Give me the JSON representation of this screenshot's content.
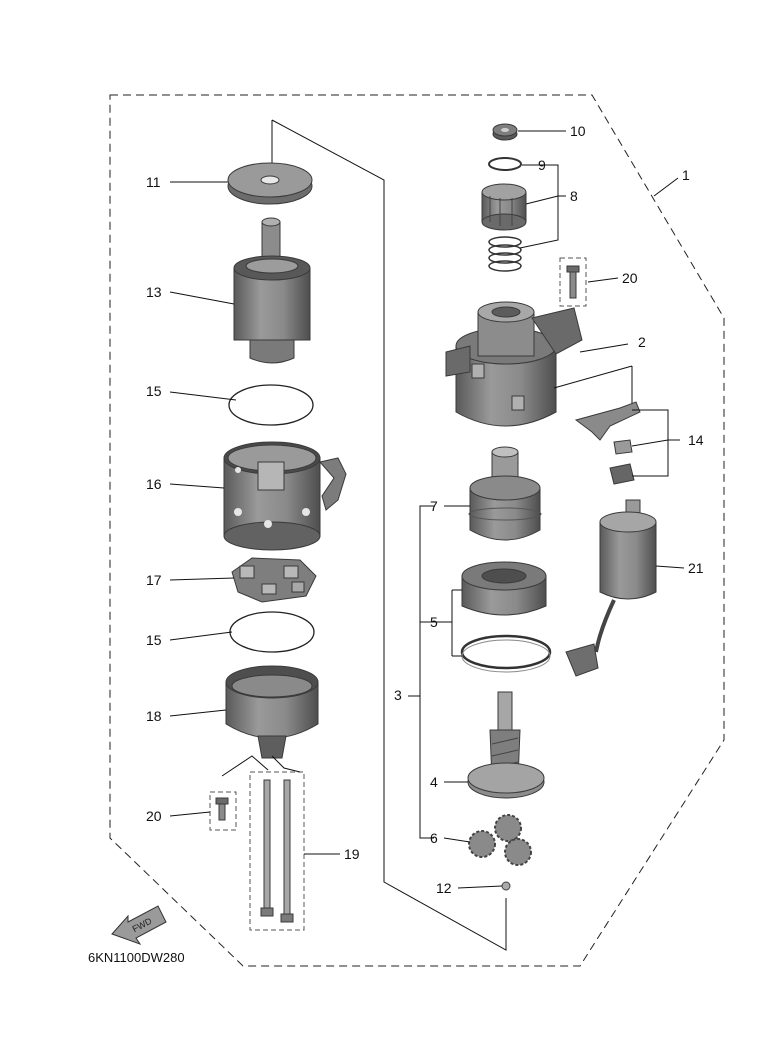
{
  "callouts": {
    "c1": "1",
    "c2": "2",
    "c3": "3",
    "c4": "4",
    "c5": "5",
    "c6": "6",
    "c7": "7",
    "c8": "8",
    "c9": "9",
    "c10": "10",
    "c11": "11",
    "c12": "12",
    "c13": "13",
    "c14": "14",
    "c15a": "15",
    "c15b": "15",
    "c16": "16",
    "c17": "17",
    "c18": "18",
    "c19": "19",
    "c20a": "20",
    "c20b": "20",
    "c21": "21"
  },
  "diagram_code": "6KN1100DW280",
  "fwd_label": "FWD",
  "colors": {
    "part_dark": "#6e6e6e",
    "part_mid": "#8c8c8c",
    "part_light": "#b4b4b4",
    "line": "#111111"
  }
}
